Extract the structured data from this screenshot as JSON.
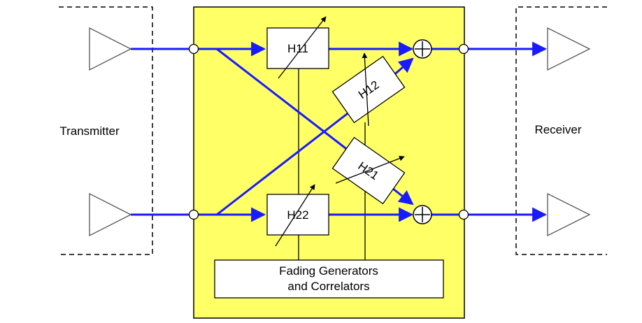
{
  "transmitter": {
    "label": "Transmitter"
  },
  "receiver": {
    "label": "Receiver"
  },
  "channel": {
    "h11": "H11",
    "h12": "H12",
    "h21": "H21",
    "h22": "H22"
  },
  "generator": {
    "line1": "Fading Generators",
    "line2": "and Correlators"
  },
  "colors": {
    "signal": "#1a1aff",
    "channel_bg": "#ffff66",
    "outline": "#000000"
  }
}
